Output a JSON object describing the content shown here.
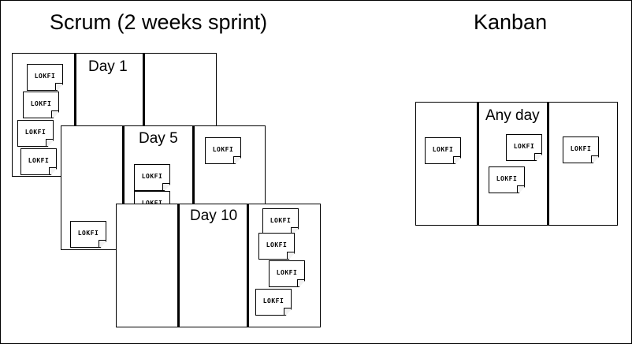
{
  "scrum": {
    "title": "Scrum (2 weeks sprint)",
    "day1_label": "Day 1",
    "day5_label": "Day 5",
    "day10_label": "Day 10"
  },
  "kanban": {
    "title": "Kanban",
    "any_day_label": "Any day"
  },
  "note_text": "LOKFI"
}
